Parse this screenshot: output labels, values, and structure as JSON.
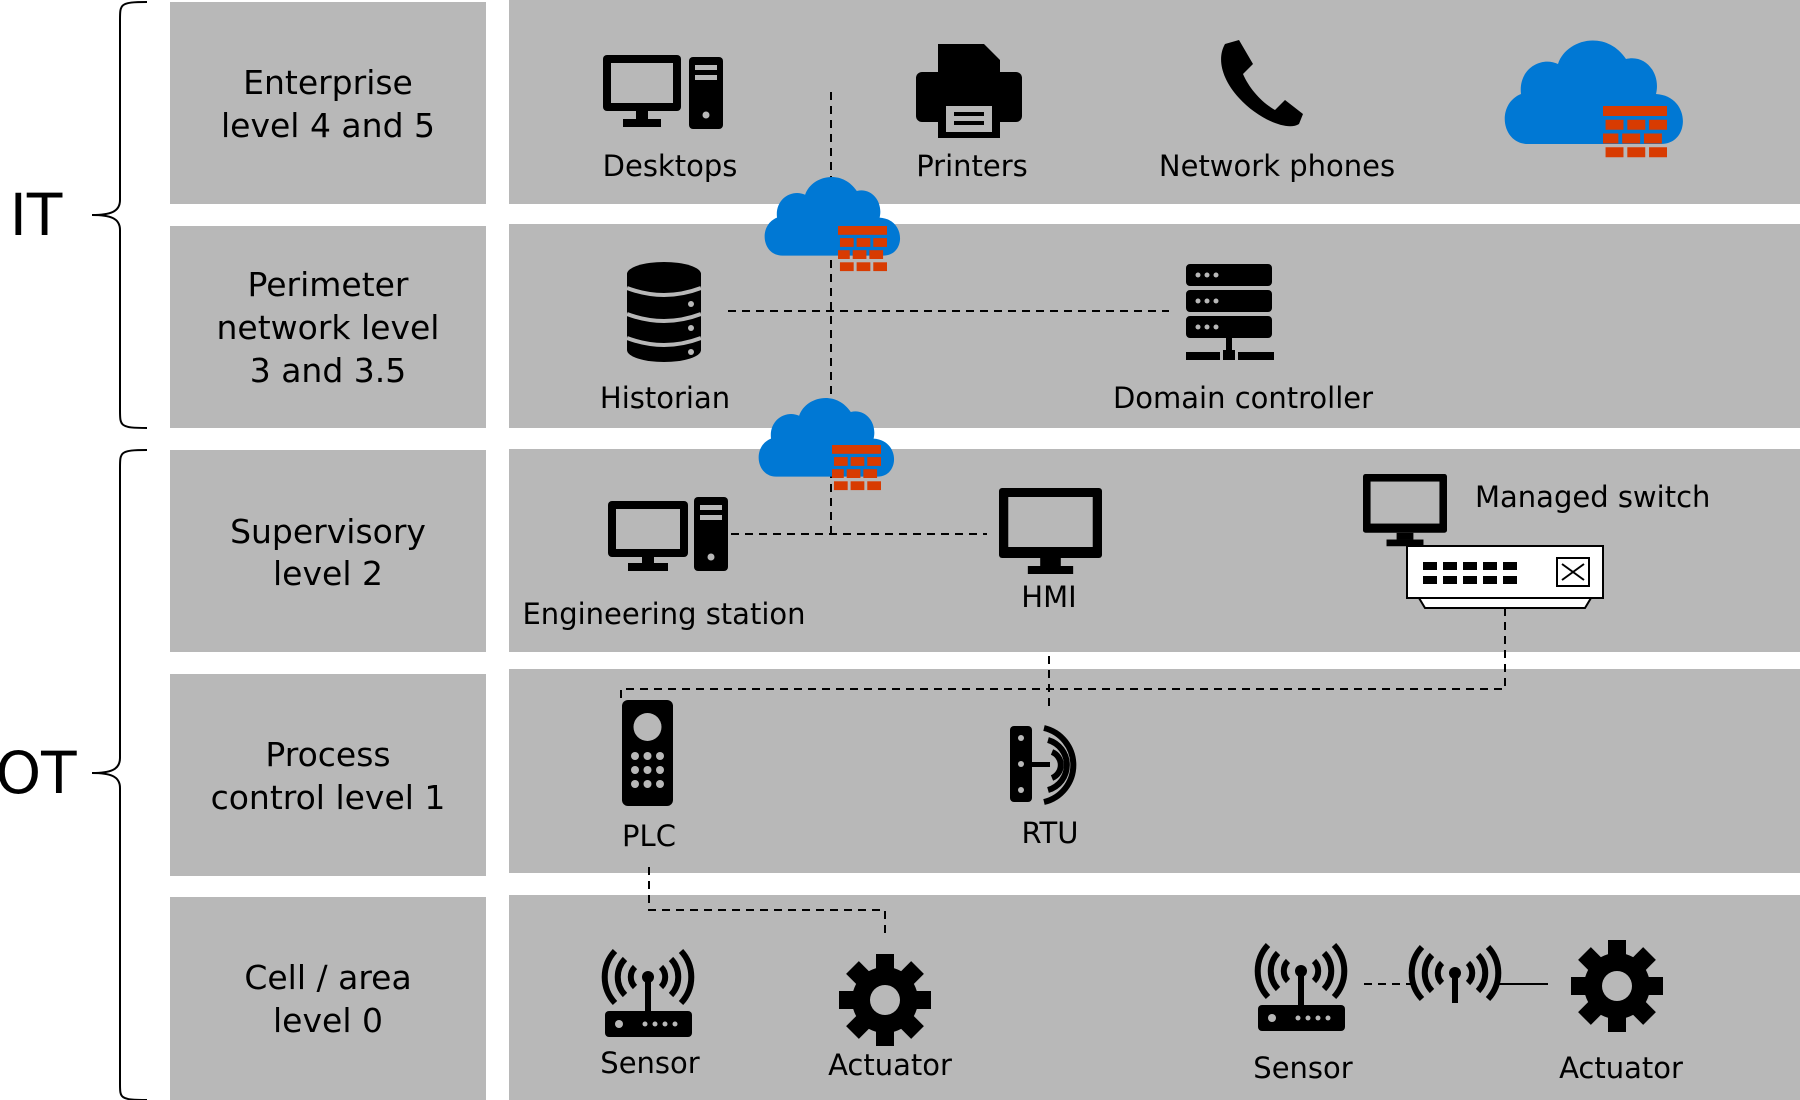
{
  "groups": {
    "it": "IT",
    "ot": "OT"
  },
  "levels": [
    {
      "line1": "Enterprise",
      "line2": "level 4 and 5"
    },
    {
      "line1": "Perimeter",
      "line2": "network level",
      "line3": "3 and 3.5"
    },
    {
      "line1": "Supervisory",
      "line2": "level 2"
    },
    {
      "line1": "Process",
      "line2": "control level 1"
    },
    {
      "line1": "Cell / area",
      "line2": "level 0"
    }
  ],
  "devices": {
    "desktops": "Desktops",
    "printers": "Printers",
    "network_phones": "Network phones",
    "historian": "Historian",
    "domain_controller": "Domain controller",
    "engineering_station": "Engineering station",
    "hmi": "HMI",
    "managed_switch": "Managed switch",
    "plc": "PLC",
    "rtu": "RTU",
    "sensor_1": "Sensor",
    "actuator_1": "Actuator",
    "sensor_2": "Sensor",
    "actuator_2": "Actuator"
  },
  "colors": {
    "panel": "#b8b8b8",
    "cloud": "#0078d4",
    "firewall": "#d83b01",
    "icon": "#000000"
  }
}
